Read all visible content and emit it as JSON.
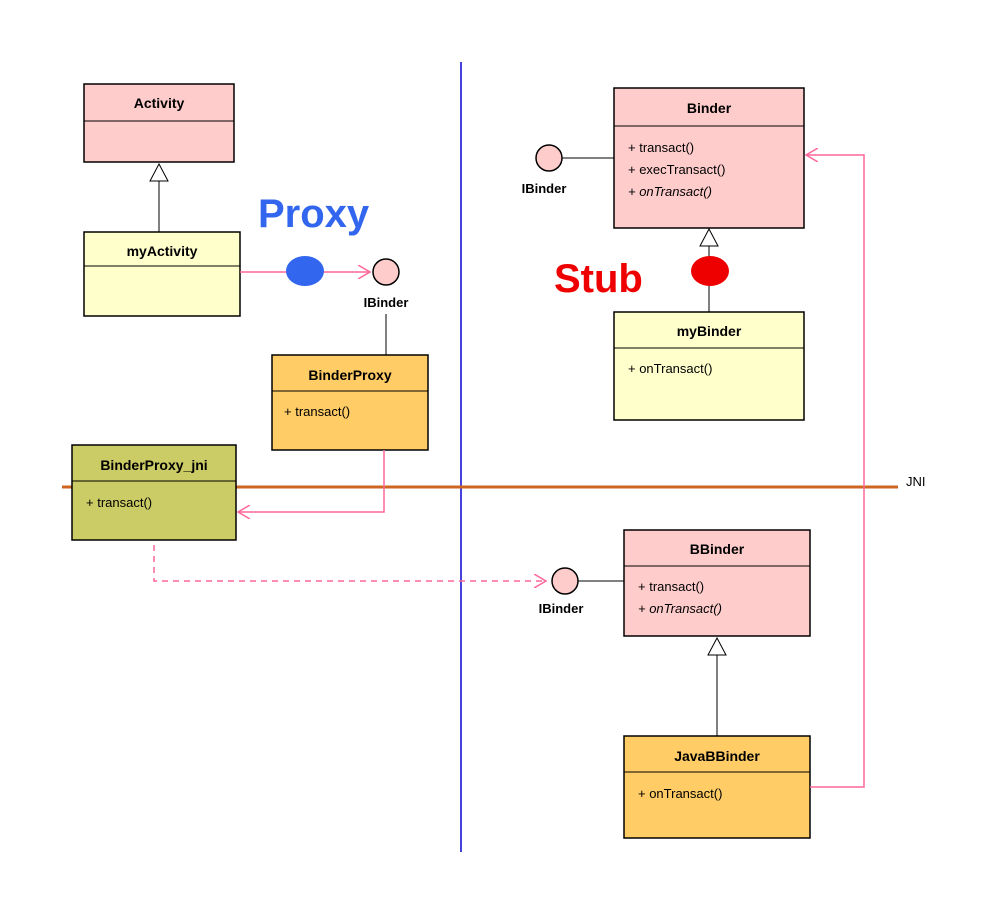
{
  "labels": {
    "proxy": "Proxy",
    "stub": "Stub",
    "jni": "JNI"
  },
  "colors": {
    "pink": "#FFCCCC",
    "light_yellow": "#FFFFCC",
    "orange": "#FFCC66",
    "olive": "#CCCC66",
    "divider_blue": "#4444DD",
    "jni_line": "#CC6622",
    "arrow_pink": "#FF6699",
    "proxy_blue": "#3366EE",
    "stub_red": "#EE0000"
  },
  "classes": {
    "activity": {
      "name": "Activity",
      "members": []
    },
    "my_activity": {
      "name": "myActivity",
      "members": []
    },
    "binder_proxy": {
      "name": "BinderProxy",
      "members": [
        "+ transact()"
      ]
    },
    "binder_proxy_jni": {
      "name": "BinderProxy_jni",
      "members": [
        "+ transact()"
      ]
    },
    "binder": {
      "name": "Binder",
      "members": [
        "+ transact()",
        "+ execTransact()",
        "+ onTransact()"
      ]
    },
    "my_binder": {
      "name": "myBinder",
      "members": [
        "+ onTransact()"
      ]
    },
    "bbinder": {
      "name": "BBinder",
      "members": [
        "+ transact()",
        "+ onTransact()"
      ]
    },
    "java_bbinder": {
      "name": "JavaBBinder",
      "members": [
        "+ onTransact()"
      ]
    }
  },
  "interfaces": {
    "proxy_ibinder": "IBinder",
    "binder_ibinder": "IBinder",
    "bbinder_ibinder": "IBinder"
  }
}
